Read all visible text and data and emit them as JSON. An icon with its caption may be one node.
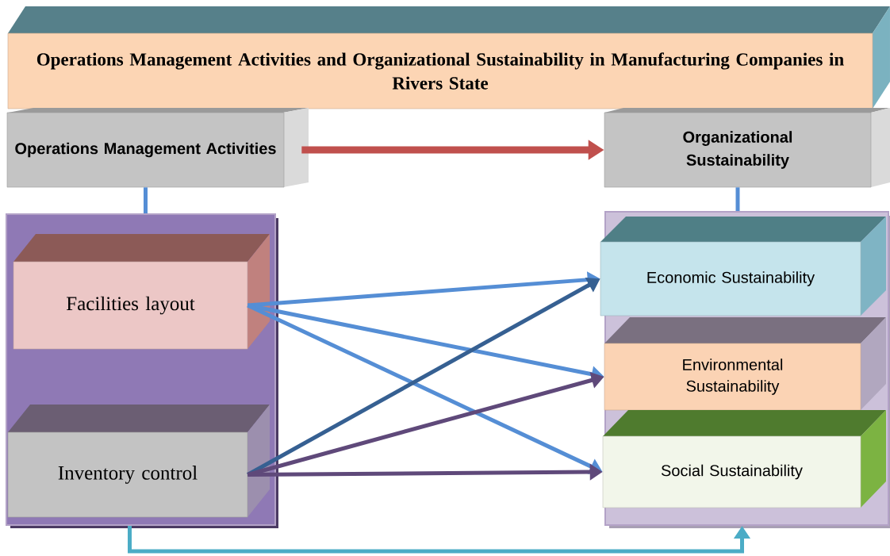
{
  "diagram": {
    "nodes": [
      {
        "text": [
          "Operations Management Activities and Organizational Sustainability in Manufacturing Companies in Rivers State"
        ]
      },
      {
        "text": [
          "Operations Management Activities"
        ]
      },
      {
        "text": [
          "Organizational Sustainability"
        ]
      },
      {
        "text": [],
        "shape": "box"
      },
      {
        "text": [
          "Facilities layout"
        ],
        "in": 3
      },
      {
        "text": [
          "Inventory control"
        ],
        "in": 3
      },
      {
        "text": [],
        "shape": "box"
      },
      {
        "text": [
          "Economic Sustainability"
        ],
        "in": 6
      },
      {
        "text": [
          "Environmental Sustainability"
        ],
        "in": 6
      },
      {
        "text": [
          "Social Sustainability"
        ],
        "in": 6
      }
    ],
    "edges": [
      {
        "from": 1,
        "to": 2,
        "arrow": "to",
        "style": "thick",
        "color": "#c0504d"
      },
      {
        "from": 1,
        "to": 3,
        "arrow": "none"
      },
      {
        "from": 2,
        "to": 6,
        "arrow": "none"
      },
      {
        "from": 4,
        "to": 7,
        "arrow": "to"
      },
      {
        "from": 4,
        "to": 8,
        "arrow": "to"
      },
      {
        "from": 4,
        "to": 9,
        "arrow": "to"
      },
      {
        "from": 5,
        "to": 7,
        "arrow": "to",
        "color": "#366092"
      },
      {
        "from": 5,
        "to": 8,
        "arrow": "to",
        "color": "#5f497a"
      },
      {
        "from": 5,
        "to": 9,
        "arrow": "to",
        "color": "#5f497a"
      },
      {
        "from": 3,
        "to": 6,
        "arrow": "to",
        "color": "#4bacc6"
      }
    ]
  }
}
